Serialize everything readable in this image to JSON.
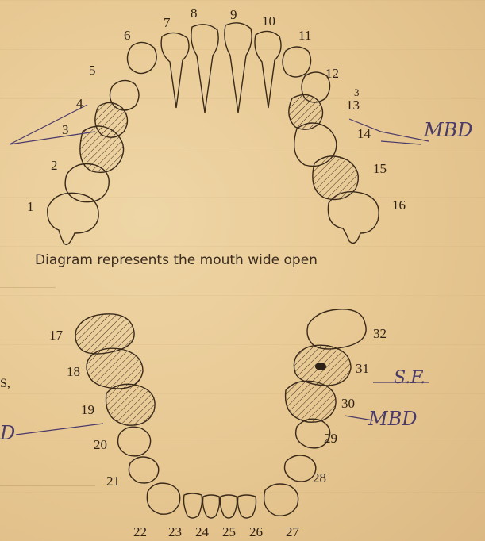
{
  "upper_numbers": [
    "1",
    "2",
    "3",
    "4",
    "5",
    "6",
    "7",
    "8",
    "9",
    "10",
    "11",
    "12",
    "13",
    "14",
    "15",
    "16"
  ],
  "upper_13_mark": "3",
  "lower_numbers": [
    "17",
    "18",
    "19",
    "20",
    "21",
    "22",
    "23",
    "24",
    "25",
    "26",
    "27",
    "28",
    "29",
    "30",
    "31",
    "32"
  ],
  "caption": "Diagram represents the mouth wide open",
  "annotations": {
    "upper_right": "MBD",
    "lower_right_top": "S.F.",
    "lower_right_bottom": "MBD",
    "lower_left": "D"
  },
  "margin_text": "S,",
  "colors": {
    "ink": "#3a2a1a",
    "pencil": "#4a3a6a",
    "paper": "#e9cc98"
  }
}
